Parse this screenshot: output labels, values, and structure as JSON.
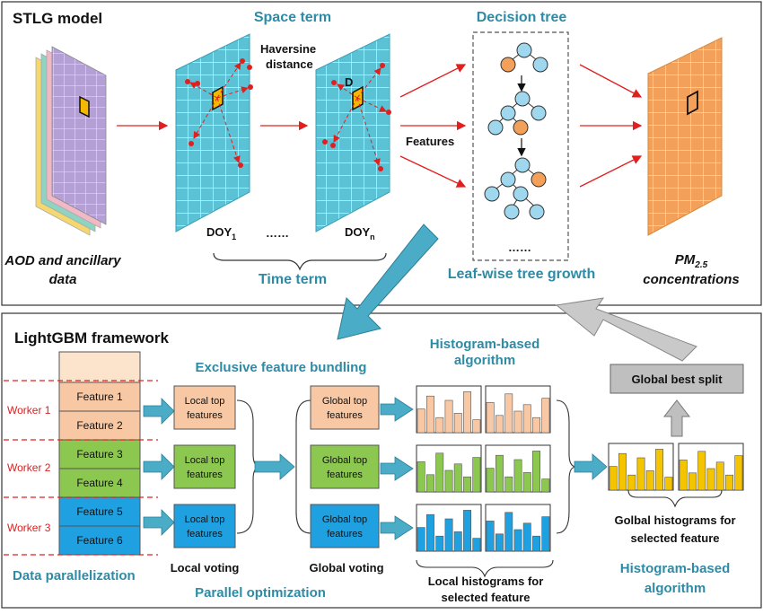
{
  "top_panel": {
    "title": "STLG model",
    "space_term": "Space term",
    "haversine_line1": "Haversine",
    "haversine_line2": "distance",
    "distance_label": "D",
    "decision_tree": "Decision tree",
    "features": "Features",
    "doy1_main": "DOY",
    "doy1_sub": "1",
    "ellipsis": "……",
    "doyn_main": "DOY",
    "doyn_sub": "n",
    "tree_ellipsis": "……",
    "aod_line1": "AOD and ancillary",
    "aod_line2": "data",
    "time_term": "Time term",
    "leaf_wise": "Leaf-wise tree growth",
    "pm_main": "PM",
    "pm_sub": "2.5",
    "pm_line2": "concentrations"
  },
  "bottom_panel": {
    "title": "LightGBM framework",
    "efb": "Exclusive feature bundling",
    "hist_top_line1": "Histogram-based",
    "hist_top_line2": "algorithm",
    "global_best_split": "Global best split",
    "workers": [
      "Worker 1",
      "Worker 2",
      "Worker 3"
    ],
    "features": [
      "Feature 1",
      "Feature 2",
      "Feature 3",
      "Feature 4",
      "Feature 5",
      "Feature 6"
    ],
    "local_top_line1": "Local top",
    "local_top_line2": "features",
    "global_top_line1": "Global top",
    "global_top_line2": "features",
    "data_parallelization": "Data parallelization",
    "local_voting": "Local voting",
    "global_voting": "Global voting",
    "parallel_optimization": "Parallel optimization",
    "local_hist_line1": "Local histograms for",
    "local_hist_line2": "selected feature",
    "golbal_hist_line1": "Golbal histograms for",
    "golbal_hist_line2": "selected feature",
    "hist_bottom_line1": "Histogram-based",
    "hist_bottom_line2": "algorithm"
  },
  "colors": {
    "teal_text": "#2E8BA6",
    "worker_red": "#E0201E",
    "orange": "#F8C8A4",
    "green": "#8CC850",
    "blue": "#1FA0E0",
    "yellow": "#F5C400",
    "grid_teal": "#5BC2D6",
    "grid_orange": "#F2A05A",
    "arrow_teal": "#4AACC6",
    "grey_box": "#BFBFBF"
  }
}
